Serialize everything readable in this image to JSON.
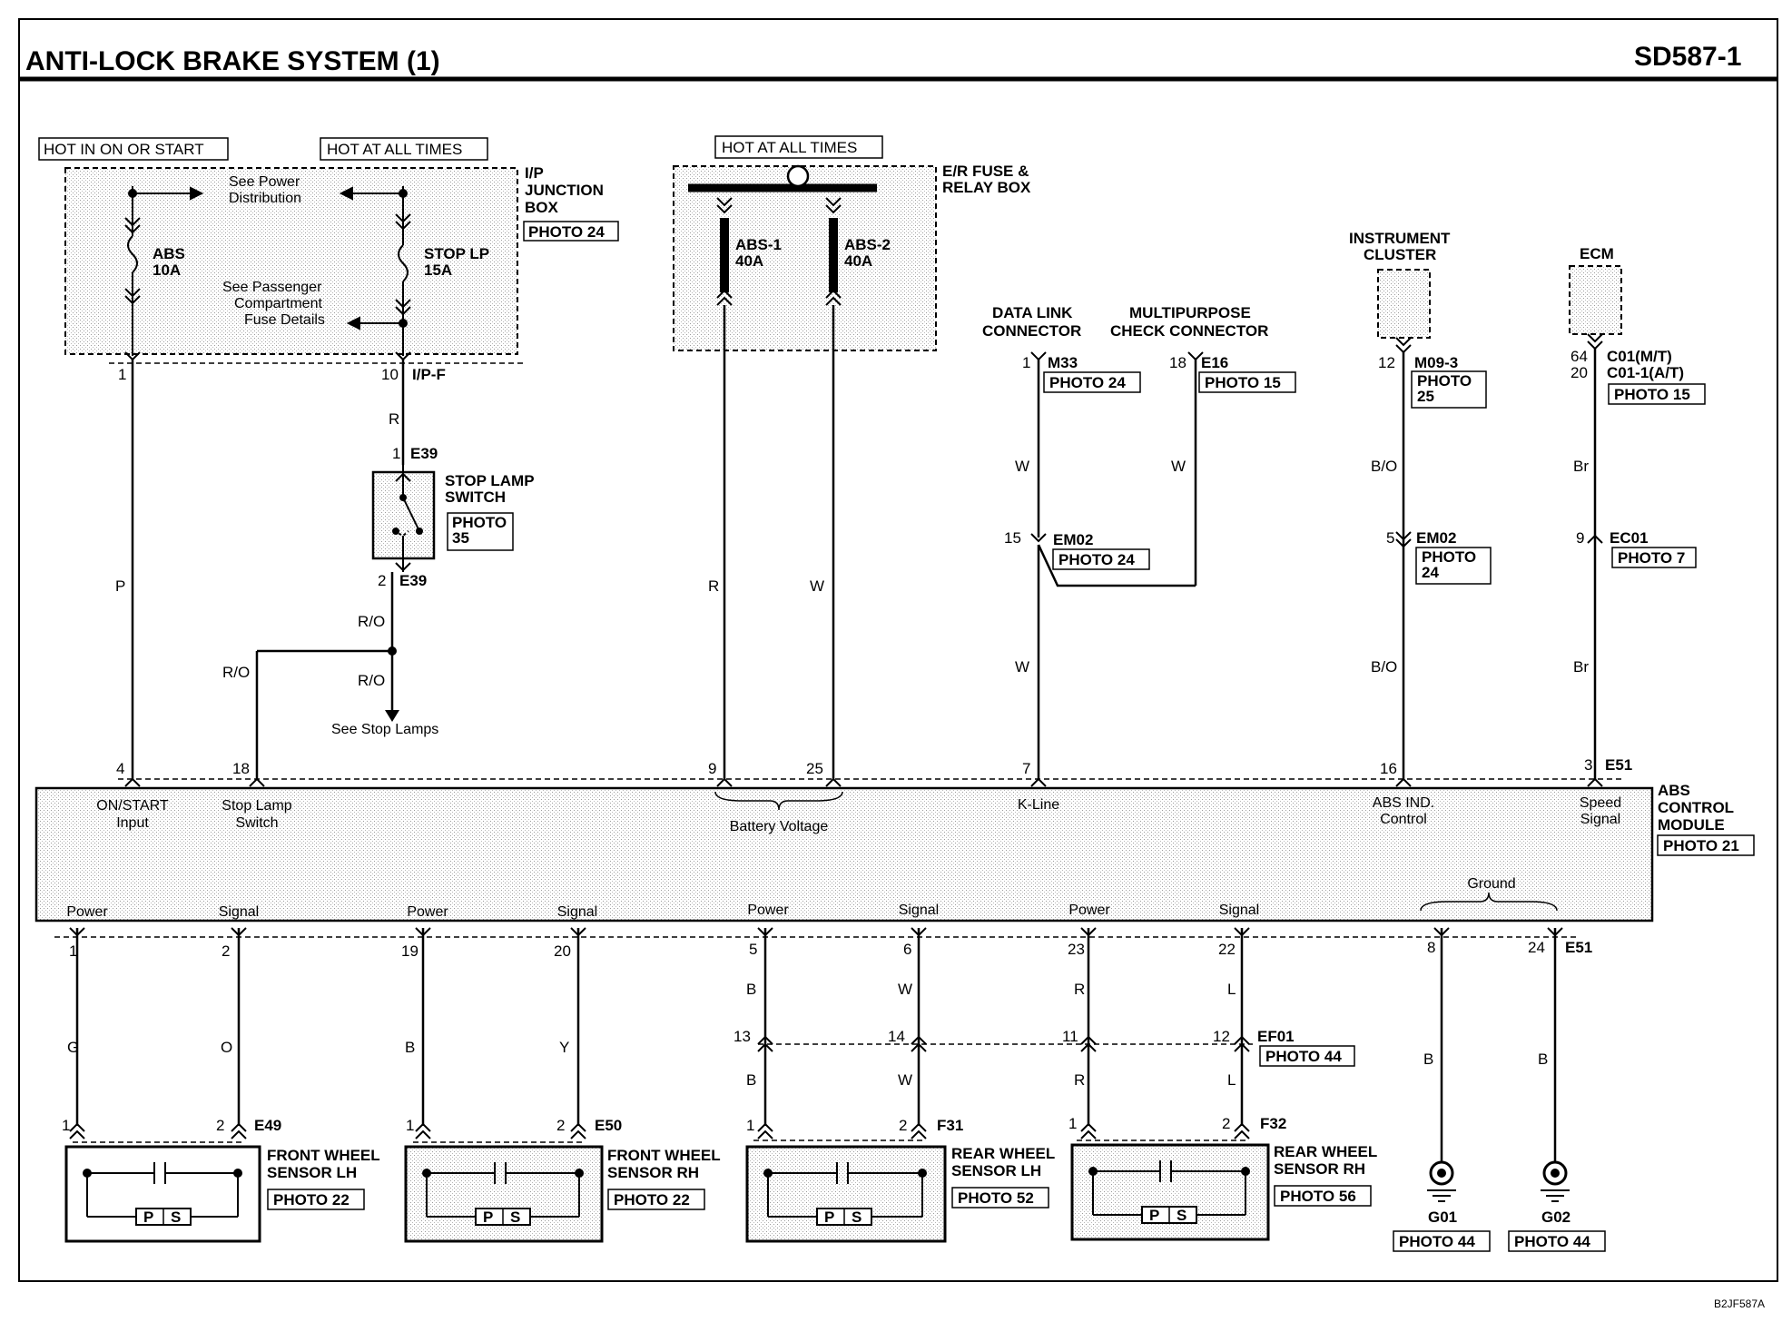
{
  "header": {
    "title": "ANTI-LOCK BRAKE SYSTEM (1)",
    "code": "SD587-1"
  },
  "footer_code": "B2JF587A",
  "labels": {
    "hot_in_on_start": "HOT IN ON OR START",
    "hot_at_all_times": "HOT AT ALL TIMES",
    "see_power_distribution": [
      "See Power",
      "Distribution"
    ],
    "see_passenger_fuse": [
      "See Passenger",
      "Compartment",
      "Fuse Details"
    ],
    "ip_junction_box": [
      "I/P",
      "JUNCTION",
      "BOX"
    ],
    "er_fuse_relay_box": [
      "E/R FUSE &",
      "RELAY BOX"
    ],
    "photo_24": "PHOTO 24",
    "photo_15": "PHOTO 15",
    "photo_7": "PHOTO 7",
    "photo_44": "PHOTO 44",
    "photo_21": "PHOTO 21",
    "photo_22": "PHOTO 22",
    "photo_52": "PHOTO 52",
    "photo_56": "PHOTO 56",
    "photo_35": [
      "PHOTO",
      "35"
    ],
    "photo_25": [
      "PHOTO",
      "25"
    ],
    "photo_24_stack": [
      "PHOTO",
      "24"
    ],
    "stop_lamp_switch": [
      "STOP LAMP",
      "SWITCH"
    ],
    "see_stop_lamps": "See Stop Lamps",
    "data_link_connector": [
      "DATA LINK",
      "CONNECTOR"
    ],
    "multipurpose_check_connector": [
      "MULTIPURPOSE",
      "CHECK CONNECTOR"
    ],
    "instrument_cluster": [
      "INSTRUMENT",
      "CLUSTER"
    ],
    "ecm": "ECM",
    "abs_control_module": [
      "ABS",
      "CONTROL",
      "MODULE"
    ],
    "ground": "Ground",
    "front_wheel_sensor_lh": [
      "FRONT WHEEL",
      "SENSOR  LH"
    ],
    "front_wheel_sensor_rh": [
      "FRONT WHEEL",
      "SENSOR RH"
    ],
    "rear_wheel_sensor_lh": [
      "REAR WHEEL",
      "SENSOR LH"
    ],
    "rear_wheel_sensor_rh": [
      "REAR WHEEL",
      "SENSOR RH"
    ],
    "p": "P",
    "s": "S",
    "g01": "G01",
    "g02": "G02"
  },
  "fuses": {
    "abs": [
      "ABS",
      "10A"
    ],
    "stop_lp": [
      "STOP LP",
      "15A"
    ],
    "abs1": [
      "ABS-1",
      "40A"
    ],
    "abs2": [
      "ABS-2",
      "40A"
    ]
  },
  "connectors": {
    "ipf": "I/P-F",
    "e39": "E39",
    "m33": "M33",
    "e16": "E16",
    "em02": "EM02",
    "m093": "M09-3",
    "c01_mt": "C01(M/T)",
    "c01_at": "C01-1(A/T)",
    "ec01": "EC01",
    "e51": "E51",
    "ef01": "EF01",
    "e49": "E49",
    "e50": "E50",
    "f31": "F31",
    "f32": "F32"
  },
  "module_terminals": {
    "on_start": [
      "ON/START",
      "Input"
    ],
    "stop_lamp": [
      "Stop Lamp",
      "Switch"
    ],
    "battery": "Battery Voltage",
    "kline": "K-Line",
    "abs_ind": [
      "ABS IND.",
      "Control"
    ],
    "speed": [
      "Speed",
      "Signal"
    ],
    "power": "Power",
    "signal": "Signal"
  },
  "pins": {
    "p1": "1",
    "p2": "2",
    "p4": "4",
    "p5": "5",
    "p6": "6",
    "p7": "7",
    "p8": "8",
    "p9": "9",
    "p3": "3",
    "p10": "10",
    "p11": "11",
    "p12": "12",
    "p13": "13",
    "p14": "14",
    "p15": "15",
    "p16": "16",
    "p18": "18",
    "p19": "19",
    "p20": "20",
    "p22": "22",
    "p23": "23",
    "p24": "24",
    "p25": "25",
    "p64": "64"
  },
  "wire_colors": {
    "P": "P",
    "R": "R",
    "RO": "R/O",
    "W": "W",
    "BO": "B/O",
    "Br": "Br",
    "G": "G",
    "O": "O",
    "B": "B",
    "Y": "Y",
    "L": "L"
  }
}
